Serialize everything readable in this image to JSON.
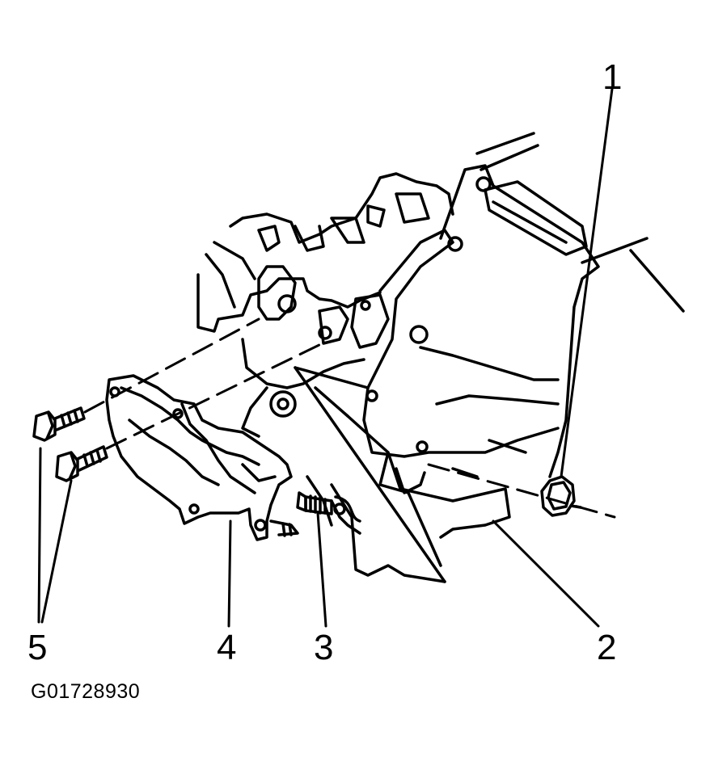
{
  "callouts": [
    {
      "id": "1",
      "label": "1"
    },
    {
      "id": "2",
      "label": "2"
    },
    {
      "id": "3",
      "label": "3"
    },
    {
      "id": "4",
      "label": "4"
    },
    {
      "id": "5",
      "label": "5"
    }
  ],
  "figure_id": "G01728930",
  "colors": {
    "ink": "#000000",
    "paper": "#ffffff"
  }
}
